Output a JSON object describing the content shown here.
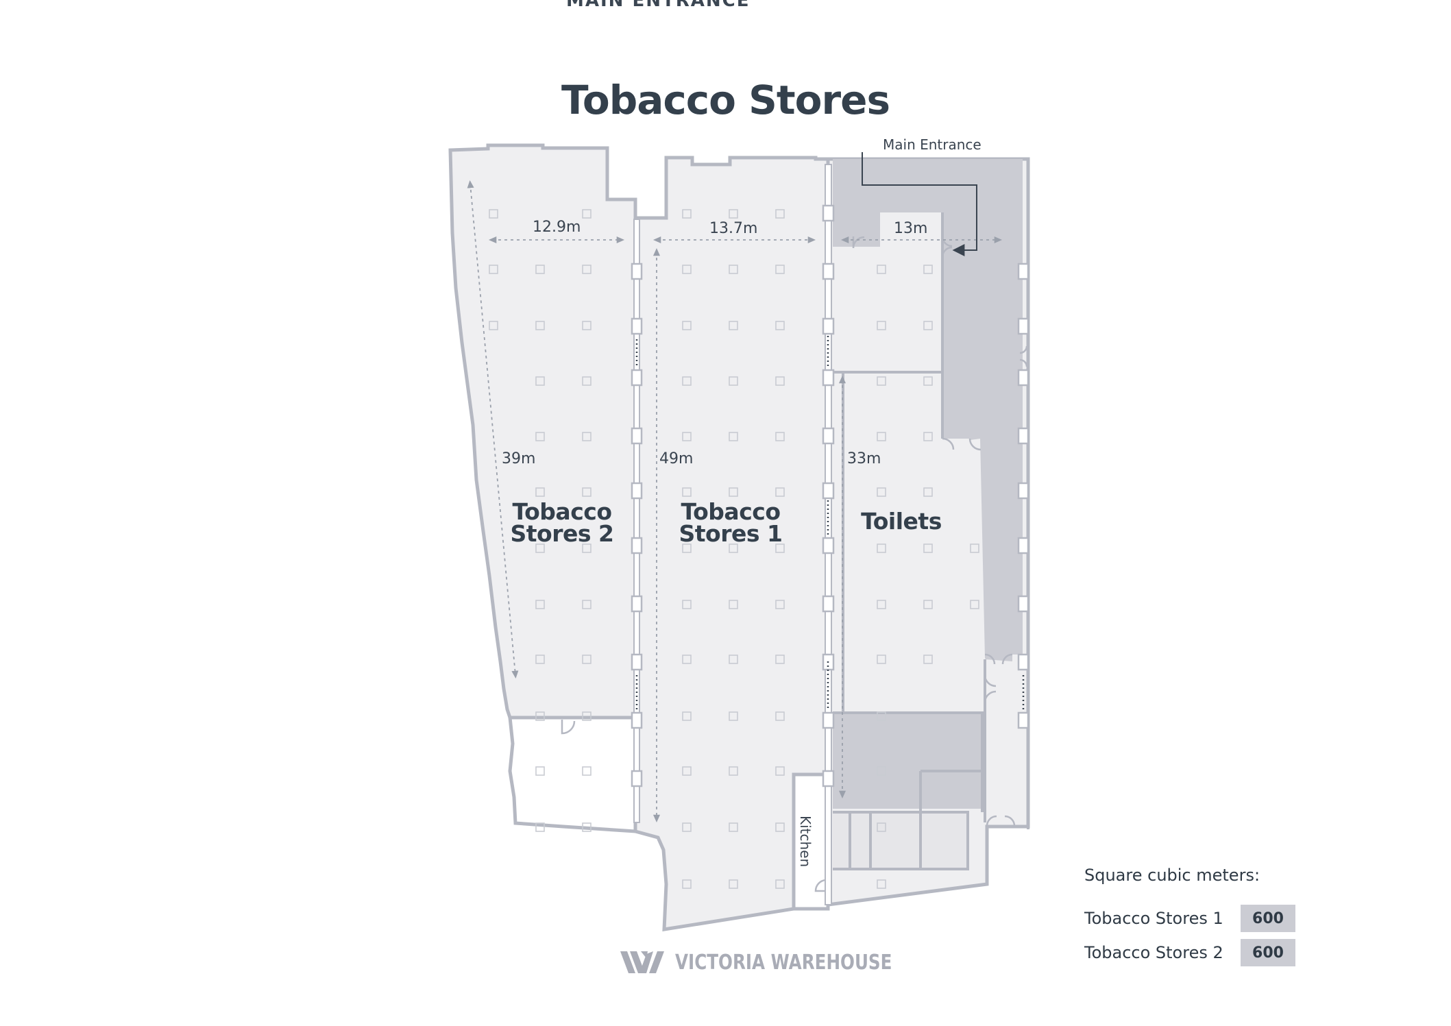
{
  "header": {
    "cut_off_text": "MAIN ENTRANCE",
    "title": "Tobacco Stores"
  },
  "plan": {
    "rooms": {
      "stores_2_line1": "Tobacco",
      "stores_2_line2": "Stores 2",
      "stores_1_line1": "Tobacco",
      "stores_1_line2": "Stores 1",
      "toilets": "Toilets",
      "kitchen": "Kitchen"
    },
    "dimensions": {
      "stores_2_width": "12.9m",
      "stores_1_width": "13.7m",
      "toilets_width": "13m",
      "stores_2_length": "39m",
      "stores_1_length": "49m",
      "toilets_length": "33m"
    },
    "entrance_label": "Main Entrance"
  },
  "logo": {
    "text": "VICTORIA WAREHOUSE"
  },
  "legend": {
    "heading": "Square cubic meters:",
    "items": [
      {
        "label": "Tobacco Stores 1",
        "value": "600"
      },
      {
        "label": "Tobacco Stores 2",
        "value": "600"
      }
    ]
  },
  "colors": {
    "floor": "#efeff1",
    "walls": "#b5b8c2",
    "shaded": "#cbccd3",
    "text": "#2f3a45"
  }
}
